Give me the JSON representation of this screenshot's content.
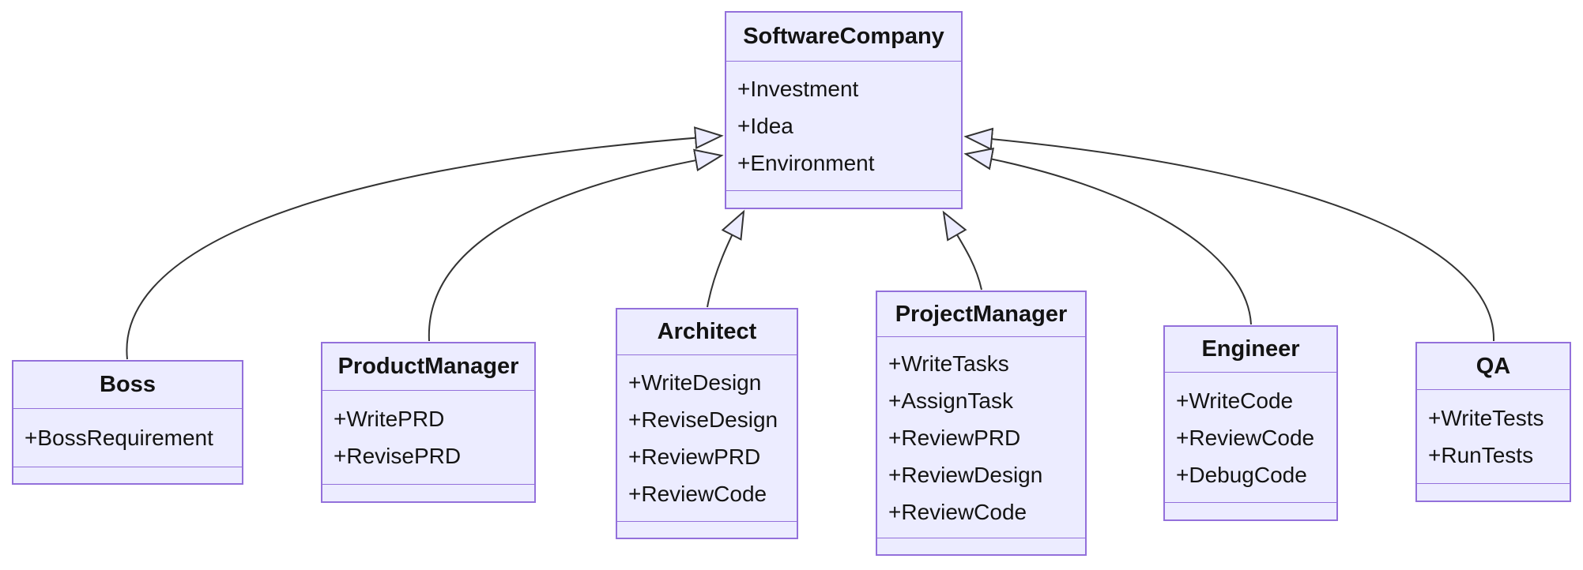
{
  "classes": [
    {
      "name": "SoftwareCompany",
      "attributes": [
        "+Investment",
        "+Idea",
        "+Environment"
      ],
      "methods": []
    },
    {
      "name": "Boss",
      "attributes": [
        "+BossRequirement"
      ],
      "methods": []
    },
    {
      "name": "ProductManager",
      "attributes": [
        "+WritePRD",
        "+RevisePRD"
      ],
      "methods": []
    },
    {
      "name": "Architect",
      "attributes": [
        "+WriteDesign",
        "+ReviseDesign",
        "+ReviewPRD",
        "+ReviewCode"
      ],
      "methods": []
    },
    {
      "name": "ProjectManager",
      "attributes": [
        "+WriteTasks",
        "+AssignTask",
        "+ReviewPRD",
        "+ReviewDesign",
        "+ReviewCode"
      ],
      "methods": []
    },
    {
      "name": "Engineer",
      "attributes": [
        "+WriteCode",
        "+ReviewCode",
        "+DebugCode"
      ],
      "methods": []
    },
    {
      "name": "QA",
      "attributes": [
        "+WriteTests",
        "+RunTests"
      ],
      "methods": []
    }
  ],
  "relationships": [
    {
      "from": "Boss",
      "to": "SoftwareCompany",
      "type": "inheritance"
    },
    {
      "from": "ProductManager",
      "to": "SoftwareCompany",
      "type": "inheritance"
    },
    {
      "from": "Architect",
      "to": "SoftwareCompany",
      "type": "inheritance"
    },
    {
      "from": "ProjectManager",
      "to": "SoftwareCompany",
      "type": "inheritance"
    },
    {
      "from": "Engineer",
      "to": "SoftwareCompany",
      "type": "inheritance"
    },
    {
      "from": "QA",
      "to": "SoftwareCompany",
      "type": "inheritance"
    }
  ],
  "colors": {
    "node_fill": "#ECECFF",
    "node_border": "#9370DB",
    "edge_line": "#333333",
    "text": "#131313",
    "background": "#FFFFFF"
  }
}
